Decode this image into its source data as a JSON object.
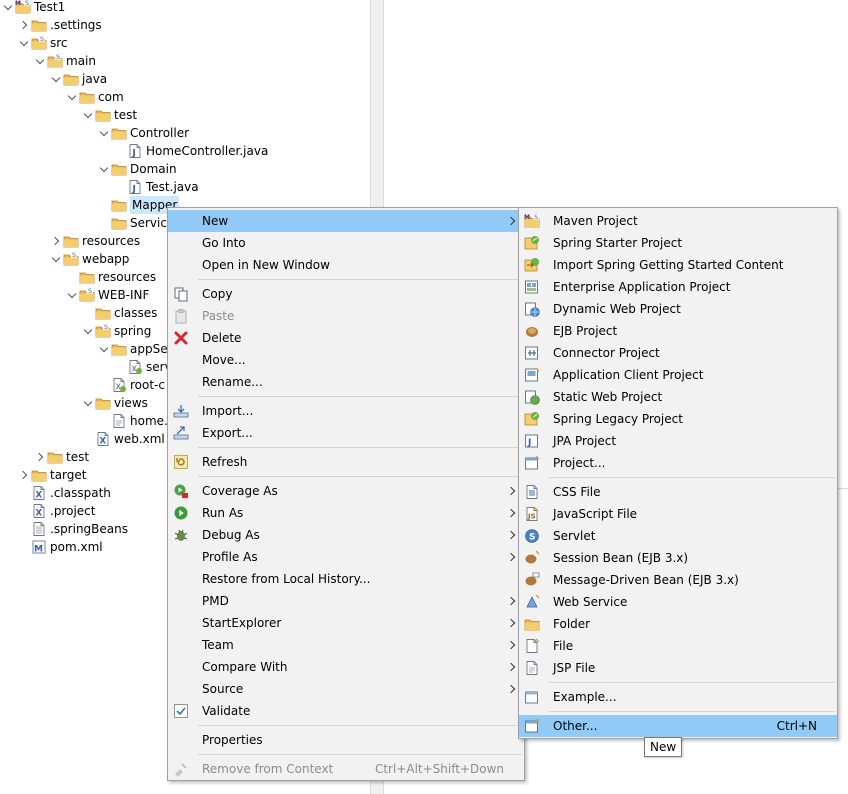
{
  "explorer": {
    "items": [
      {
        "label": "Test1",
        "depth": 0,
        "twisty": "open",
        "icon": "maven-project-icon"
      },
      {
        "label": ".settings",
        "depth": 1,
        "twisty": "closed",
        "icon": "folder-icon"
      },
      {
        "label": "src",
        "depth": 1,
        "twisty": "open",
        "icon": "source-folder-icon"
      },
      {
        "label": "main",
        "depth": 2,
        "twisty": "open",
        "icon": "source-folder-icon"
      },
      {
        "label": "java",
        "depth": 3,
        "twisty": "open",
        "icon": "folder-icon"
      },
      {
        "label": "com",
        "depth": 4,
        "twisty": "open",
        "icon": "folder-icon"
      },
      {
        "label": "test",
        "depth": 5,
        "twisty": "open",
        "icon": "folder-icon"
      },
      {
        "label": "Controller",
        "depth": 6,
        "twisty": "open",
        "icon": "folder-icon"
      },
      {
        "label": "HomeController.java",
        "depth": 7,
        "twisty": "none",
        "icon": "java-file-icon"
      },
      {
        "label": "Domain",
        "depth": 6,
        "twisty": "open",
        "icon": "folder-icon"
      },
      {
        "label": "Test.java",
        "depth": 7,
        "twisty": "none",
        "icon": "java-file-icon"
      },
      {
        "label": "Mapper",
        "depth": 6,
        "twisty": "none",
        "icon": "folder-icon",
        "selected": true
      },
      {
        "label": "Service",
        "depth": 6,
        "twisty": "none",
        "icon": "folder-icon"
      },
      {
        "label": "resources",
        "depth": 3,
        "twisty": "closed",
        "icon": "folder-icon"
      },
      {
        "label": "webapp",
        "depth": 3,
        "twisty": "open",
        "icon": "source-folder-icon"
      },
      {
        "label": "resources",
        "depth": 4,
        "twisty": "none",
        "icon": "folder-icon"
      },
      {
        "label": "WEB-INF",
        "depth": 4,
        "twisty": "open",
        "icon": "source-folder-icon"
      },
      {
        "label": "classes",
        "depth": 5,
        "twisty": "none",
        "icon": "folder-icon"
      },
      {
        "label": "spring",
        "depth": 5,
        "twisty": "open",
        "icon": "source-folder-icon"
      },
      {
        "label": "appSe",
        "depth": 6,
        "twisty": "open",
        "icon": "folder-icon"
      },
      {
        "label": "serv",
        "depth": 7,
        "twisty": "none",
        "icon": "spring-xml-icon"
      },
      {
        "label": "root-c",
        "depth": 6,
        "twisty": "none",
        "icon": "spring-xml-icon"
      },
      {
        "label": "views",
        "depth": 5,
        "twisty": "open",
        "icon": "folder-icon"
      },
      {
        "label": "home.",
        "depth": 6,
        "twisty": "none",
        "icon": "jsp-file-icon"
      },
      {
        "label": "web.xml",
        "depth": 5,
        "twisty": "none",
        "icon": "xml-file-icon"
      },
      {
        "label": "test",
        "depth": 2,
        "twisty": "closed",
        "icon": "folder-icon"
      },
      {
        "label": "target",
        "depth": 1,
        "twisty": "closed",
        "icon": "folder-icon"
      },
      {
        "label": ".classpath",
        "depth": 1,
        "twisty": "none",
        "icon": "xml-file-icon"
      },
      {
        "label": ".project",
        "depth": 1,
        "twisty": "none",
        "icon": "xml-file-icon"
      },
      {
        "label": ".springBeans",
        "depth": 1,
        "twisty": "none",
        "icon": "text-file-icon"
      },
      {
        "label": "pom.xml",
        "depth": 1,
        "twisty": "none",
        "icon": "pom-file-icon"
      }
    ]
  },
  "context_menu": {
    "items": [
      {
        "type": "item",
        "label": "New",
        "submenu": true,
        "highlighted": true
      },
      {
        "type": "item",
        "label": "Go Into"
      },
      {
        "type": "item",
        "label": "Open in New Window"
      },
      {
        "type": "sep"
      },
      {
        "type": "item",
        "label": "Copy",
        "icon": "copy-icon"
      },
      {
        "type": "item",
        "label": "Paste",
        "icon": "paste-icon",
        "disabled": true
      },
      {
        "type": "item",
        "label": "Delete",
        "icon": "delete-icon"
      },
      {
        "type": "item",
        "label": "Move..."
      },
      {
        "type": "item",
        "label": "Rename..."
      },
      {
        "type": "sep"
      },
      {
        "type": "item",
        "label": "Import...",
        "icon": "import-icon"
      },
      {
        "type": "item",
        "label": "Export...",
        "icon": "export-icon"
      },
      {
        "type": "sep"
      },
      {
        "type": "item",
        "label": "Refresh",
        "icon": "refresh-icon"
      },
      {
        "type": "sep"
      },
      {
        "type": "item",
        "label": "Coverage As",
        "icon": "coverage-icon",
        "submenu": true
      },
      {
        "type": "item",
        "label": "Run As",
        "icon": "run-icon",
        "submenu": true
      },
      {
        "type": "item",
        "label": "Debug As",
        "icon": "debug-icon",
        "submenu": true
      },
      {
        "type": "item",
        "label": "Profile As",
        "submenu": true
      },
      {
        "type": "item",
        "label": "Restore from Local History..."
      },
      {
        "type": "item",
        "label": "PMD",
        "submenu": true
      },
      {
        "type": "item",
        "label": "StartExplorer",
        "submenu": true
      },
      {
        "type": "item",
        "label": "Team",
        "submenu": true
      },
      {
        "type": "item",
        "label": "Compare With",
        "submenu": true
      },
      {
        "type": "item",
        "label": "Source",
        "submenu": true
      },
      {
        "type": "item",
        "label": "Validate",
        "icon": "validate-check-icon"
      },
      {
        "type": "sep"
      },
      {
        "type": "item",
        "label": "Properties"
      },
      {
        "type": "sep"
      },
      {
        "type": "item",
        "label": "Remove from Context",
        "icon": "remove-context-icon",
        "disabled": true,
        "shortcut": "Ctrl+Alt+Shift+Down"
      }
    ]
  },
  "new_submenu": {
    "items": [
      {
        "type": "item",
        "label": "Maven Project",
        "icon": "maven-project-icon"
      },
      {
        "type": "item",
        "label": "Spring Starter Project",
        "icon": "spring-starter-icon"
      },
      {
        "type": "item",
        "label": "Import Spring Getting Started Content",
        "icon": "spring-import-icon"
      },
      {
        "type": "item",
        "label": "Enterprise Application Project",
        "icon": "enterprise-app-icon"
      },
      {
        "type": "item",
        "label": "Dynamic Web Project",
        "icon": "dynamic-web-icon"
      },
      {
        "type": "item",
        "label": "EJB Project",
        "icon": "ejb-project-icon"
      },
      {
        "type": "item",
        "label": "Connector Project",
        "icon": "connector-project-icon"
      },
      {
        "type": "item",
        "label": "Application Client Project",
        "icon": "app-client-icon"
      },
      {
        "type": "item",
        "label": "Static Web Project",
        "icon": "static-web-icon"
      },
      {
        "type": "item",
        "label": "Spring Legacy Project",
        "icon": "spring-legacy-icon"
      },
      {
        "type": "item",
        "label": "JPA Project",
        "icon": "jpa-project-icon"
      },
      {
        "type": "item",
        "label": "Project...",
        "icon": "project-icon"
      },
      {
        "type": "sep"
      },
      {
        "type": "item",
        "label": "CSS File",
        "icon": "css-file-icon"
      },
      {
        "type": "item",
        "label": "JavaScript File",
        "icon": "js-file-icon"
      },
      {
        "type": "item",
        "label": "Servlet",
        "icon": "servlet-icon"
      },
      {
        "type": "item",
        "label": "Session Bean (EJB 3.x)",
        "icon": "session-bean-icon"
      },
      {
        "type": "item",
        "label": "Message-Driven Bean (EJB 3.x)",
        "icon": "mdb-icon"
      },
      {
        "type": "item",
        "label": "Web Service",
        "icon": "web-service-icon"
      },
      {
        "type": "item",
        "label": "Folder",
        "icon": "folder-icon"
      },
      {
        "type": "item",
        "label": "File",
        "icon": "file-icon"
      },
      {
        "type": "item",
        "label": "JSP File",
        "icon": "jsp-file-icon"
      },
      {
        "type": "sep"
      },
      {
        "type": "item",
        "label": "Example...",
        "icon": "example-icon"
      },
      {
        "type": "sep"
      },
      {
        "type": "item",
        "label": "Other...",
        "icon": "other-wizard-icon",
        "shortcut": "Ctrl+N",
        "highlighted": true
      }
    ]
  },
  "tooltip": {
    "text": "New"
  },
  "colors": {
    "highlight": "#91c9f7",
    "selection": "#cce8ff",
    "folder": "#e8b64c",
    "menu_bg": "#f2f2f2"
  }
}
